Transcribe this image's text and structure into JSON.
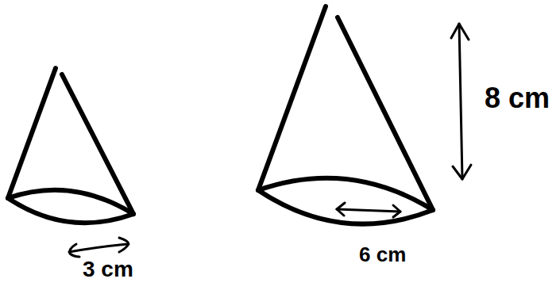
{
  "diagram": {
    "labels": [
      "3 cm",
      "6 cm",
      "8 cm"
    ]
  }
}
